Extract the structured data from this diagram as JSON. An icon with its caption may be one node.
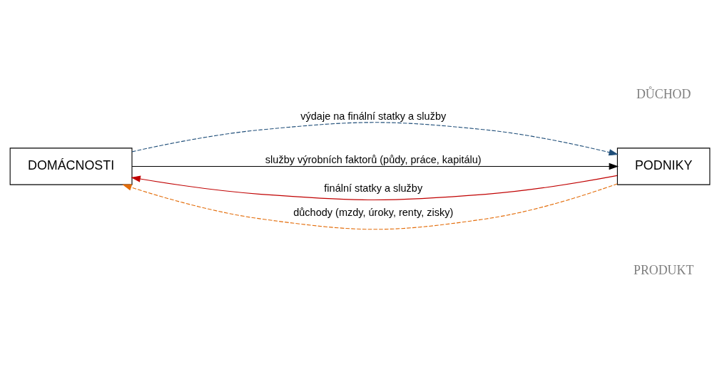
{
  "diagram": {
    "nodes": [
      {
        "text": [
          "DOMÁCNOSTI"
        ]
      },
      {
        "text": [
          "PODNIKY"
        ]
      }
    ],
    "edges": [
      {
        "from": 1,
        "to": 0,
        "arrow": "to",
        "label": "finální statky a služby",
        "color": "#c00000"
      },
      {
        "from": 0,
        "to": 1,
        "arrow": "to",
        "label": "výdaje na finální statky a služby",
        "style": "dashed",
        "color": "#1f4e79"
      },
      {
        "from": 1,
        "to": 0,
        "arrow": "to",
        "label": "důchody (mzdy, úroky, renty, zisky)",
        "style": "dashed",
        "color": "#e36c09"
      },
      {
        "from": 0,
        "to": 1,
        "arrow": "to",
        "label": "služby výrobních faktorů (půdy, práce, kapitálu)",
        "color": "#000000"
      }
    ],
    "labels": [
      "PRODUKT",
      "DŮCHOD"
    ]
  }
}
